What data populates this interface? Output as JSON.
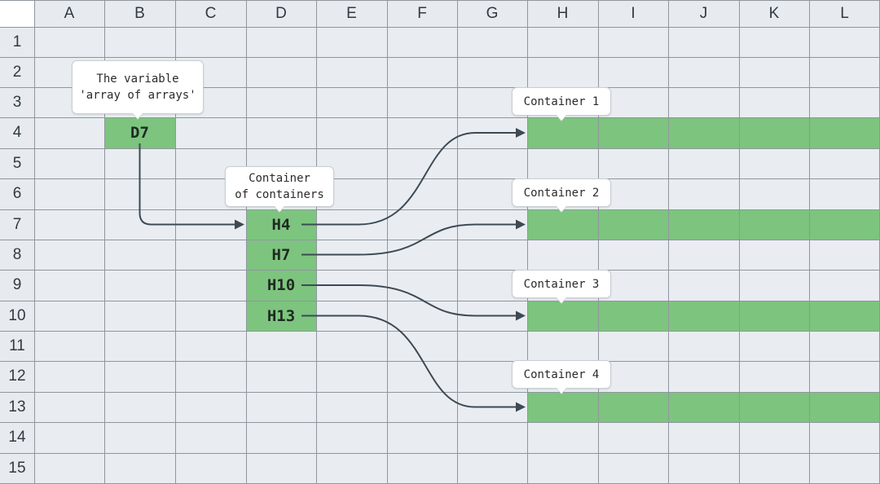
{
  "columns": [
    "A",
    "B",
    "C",
    "D",
    "E",
    "F",
    "G",
    "H",
    "I",
    "J",
    "K",
    "L"
  ],
  "rows": [
    "1",
    "2",
    "3",
    "4",
    "5",
    "6",
    "7",
    "8",
    "9",
    "10",
    "11",
    "12",
    "13",
    "14",
    "15"
  ],
  "colors": {
    "cell_bg": "#e9edf1",
    "header_bg": "#e7eaee",
    "highlight_green": "#7dc47f",
    "arrow": "#3d4a55"
  },
  "variable_cell": {
    "ref": "B4",
    "value": "D7"
  },
  "container_of_containers": [
    {
      "ref": "D7",
      "value": "H4"
    },
    {
      "ref": "D8",
      "value": "H7"
    },
    {
      "ref": "D9",
      "value": "H10"
    },
    {
      "ref": "D10",
      "value": "H13"
    }
  ],
  "containers": [
    {
      "label": "Container 1",
      "row": "4"
    },
    {
      "label": "Container 2",
      "row": "7"
    },
    {
      "label": "Container 3",
      "row": "10"
    },
    {
      "label": "Container 4",
      "row": "13"
    }
  ],
  "callouts": {
    "variable": [
      "The variable",
      "'array of arrays'"
    ],
    "container_of_containers": [
      "Container",
      "of containers"
    ]
  }
}
